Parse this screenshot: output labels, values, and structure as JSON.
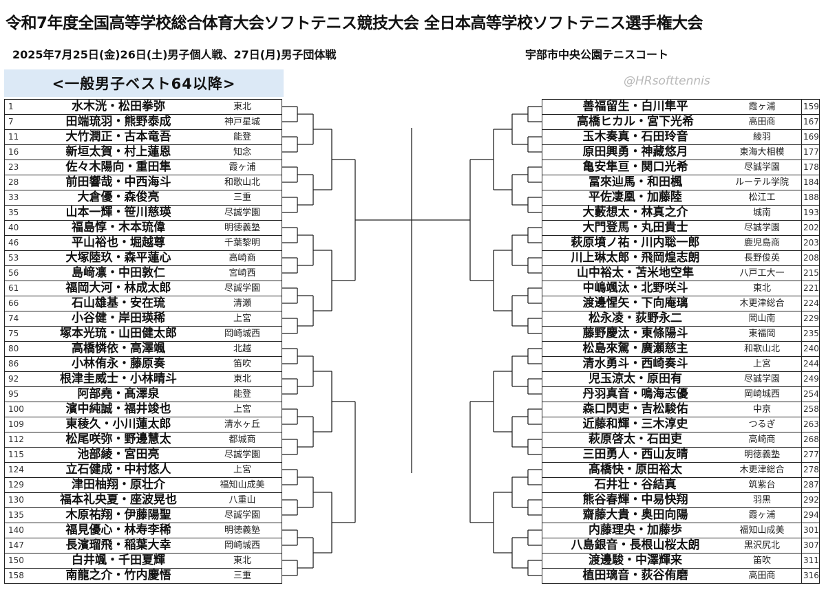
{
  "header": {
    "title": "令和7年度全国高等学校総合体育大会ソフトテニス競技大会 全日本高等学校ソフトテニス選手権大会",
    "schedule": "2025年7月25日(金)26日(土)男子個人戦、27日(月)男子団体戦",
    "venue": "宇部市中央公園テニスコート",
    "section": "<一般男子ベスト64以降>",
    "watermark": "@HRsofttennis"
  },
  "left": [
    {
      "seed": "1",
      "players": "水木洸・松田拳弥",
      "school": "東北"
    },
    {
      "seed": "7",
      "players": "田端琉羽・熊野泰成",
      "school": "神戸星城"
    },
    {
      "seed": "11",
      "players": "大竹潤正・古本竜吾",
      "school": "能登"
    },
    {
      "seed": "16",
      "players": "新垣太賀・村上蓮恩",
      "school": "知念"
    },
    {
      "seed": "23",
      "players": "佐々木陽向・重田隼",
      "school": "霞ヶ浦"
    },
    {
      "seed": "28",
      "players": "前田響哉・中西海斗",
      "school": "和歌山北"
    },
    {
      "seed": "33",
      "players": "大倉優・森俊亮",
      "school": "三重"
    },
    {
      "seed": "35",
      "players": "山本一輝・笹川慈瑛",
      "school": "尽誠学園"
    },
    {
      "seed": "40",
      "players": "福島惇・木本琉偉",
      "school": "明徳義塾"
    },
    {
      "seed": "46",
      "players": "平山裕也・堀越尊",
      "school": "千葉黎明"
    },
    {
      "seed": "53",
      "players": "大塚陸玖・森平蓮心",
      "school": "高崎商"
    },
    {
      "seed": "56",
      "players": "島﨑凛・中田敦仁",
      "school": "宮崎西"
    },
    {
      "seed": "61",
      "players": "福岡大河・林成太郎",
      "school": "尽誠学園"
    },
    {
      "seed": "66",
      "players": "石山雄基・安在琉",
      "school": "清瀬"
    },
    {
      "seed": "74",
      "players": "小谷健・岸田瑛稀",
      "school": "上宮"
    },
    {
      "seed": "75",
      "players": "塚本光琉・山田健太郎",
      "school": "岡崎城西"
    },
    {
      "seed": "80",
      "players": "高橋憐依・高澤颯",
      "school": "北越"
    },
    {
      "seed": "86",
      "players": "小林侑永・藤原奏",
      "school": "笛吹"
    },
    {
      "seed": "92",
      "players": "根津圭威士・小林晴斗",
      "school": "東北"
    },
    {
      "seed": "95",
      "players": "阿部堯・髙澤泉",
      "school": "能登"
    },
    {
      "seed": "100",
      "players": "濱中純誠・福井竣也",
      "school": "上宮"
    },
    {
      "seed": "109",
      "players": "東稜久・小川蓮太郎",
      "school": "清水ヶ丘"
    },
    {
      "seed": "112",
      "players": "松尾咲弥・野邊慧太",
      "school": "都城商"
    },
    {
      "seed": "115",
      "players": "池部綾・宮田亮",
      "school": "尽誠学園"
    },
    {
      "seed": "124",
      "players": "立石健成・中村悠人",
      "school": "上宮"
    },
    {
      "seed": "129",
      "players": "津田柚翔・原壮介",
      "school": "福知山成美"
    },
    {
      "seed": "130",
      "players": "福本礼央夏・座波晃也",
      "school": "八重山"
    },
    {
      "seed": "135",
      "players": "木原祐翔・伊藤陽聖",
      "school": "尽誠学園"
    },
    {
      "seed": "140",
      "players": "福見優心・林寿李稀",
      "school": "明徳義塾"
    },
    {
      "seed": "147",
      "players": "長濱瑠飛・稲葉大幸",
      "school": "岡崎城西"
    },
    {
      "seed": "150",
      "players": "白井颯・千田夏輝",
      "school": "東北"
    },
    {
      "seed": "158",
      "players": "南龍之介・竹内慶悟",
      "school": "三重"
    }
  ],
  "right": [
    {
      "seed": "159",
      "players": "善福留生・白川隼平",
      "school": "霞ヶ浦"
    },
    {
      "seed": "167",
      "players": "高橋ヒカル・宮下光希",
      "school": "高田商"
    },
    {
      "seed": "169",
      "players": "玉木奏真・石田玲音",
      "school": "綾羽"
    },
    {
      "seed": "177",
      "players": "原田興勇・神藏悠月",
      "school": "東海大相模"
    },
    {
      "seed": "178",
      "players": "亀安隼亘・関口光希",
      "school": "尽誠学園"
    },
    {
      "seed": "184",
      "players": "冨來辿馬・和田楓",
      "school": "ルーテル学院"
    },
    {
      "seed": "188",
      "players": "平佐凄凰・加藤陸",
      "school": "松江工"
    },
    {
      "seed": "193",
      "players": "大藪想太・林真之介",
      "school": "城南"
    },
    {
      "seed": "202",
      "players": "大門登馬・丸田貴士",
      "school": "尽誠学園"
    },
    {
      "seed": "203",
      "players": "萩原墳ノ祐・川内聡一郎",
      "school": "鹿児島商"
    },
    {
      "seed": "208",
      "players": "川上琳太郎・飛岡煌志朗",
      "school": "長野俊英"
    },
    {
      "seed": "215",
      "players": "山中裕太・苫米地空隼",
      "school": "八戸工大一"
    },
    {
      "seed": "221",
      "players": "中嶋颯汰・北野咲斗",
      "school": "東北"
    },
    {
      "seed": "224",
      "players": "渡邊惺矢・下向庵璃",
      "school": "木更津総合"
    },
    {
      "seed": "229",
      "players": "松永凌・荻野永二",
      "school": "岡山南"
    },
    {
      "seed": "235",
      "players": "藤野慶汰・東條陽斗",
      "school": "東福岡"
    },
    {
      "seed": "240",
      "players": "松島來駕・廣瀬慈主",
      "school": "和歌山北"
    },
    {
      "seed": "244",
      "players": "清水勇斗・西崎奏斗",
      "school": "上宮"
    },
    {
      "seed": "249",
      "players": "児玉涼太・原田有",
      "school": "尽誠学園"
    },
    {
      "seed": "254",
      "players": "丹羽真音・鳴海志優",
      "school": "岡崎城西"
    },
    {
      "seed": "258",
      "players": "森口閃吏・吉松駿佑",
      "school": "中京"
    },
    {
      "seed": "263",
      "players": "近藤和輝・三木淳史",
      "school": "つるぎ"
    },
    {
      "seed": "268",
      "players": "萩原啓太・石田吏",
      "school": "高崎商"
    },
    {
      "seed": "277",
      "players": "三田勇人・西山友晴",
      "school": "明徳義塾"
    },
    {
      "seed": "278",
      "players": "髙橋快・原田裕太",
      "school": "木更津総合"
    },
    {
      "seed": "287",
      "players": "石井壮・谷結真",
      "school": "筑紫台"
    },
    {
      "seed": "292",
      "players": "熊谷春輝・中易快翔",
      "school": "羽黒"
    },
    {
      "seed": "294",
      "players": "齋藤大貴・奥田向陽",
      "school": "霞ヶ浦"
    },
    {
      "seed": "301",
      "players": "内藤理央・加藤歩",
      "school": "福知山成美"
    },
    {
      "seed": "307",
      "players": "八島銀音・長根山桜太朗",
      "school": "黒沢尻北"
    },
    {
      "seed": "311",
      "players": "渡邊駿・中澤輝来",
      "school": "笛吹"
    },
    {
      "seed": "316",
      "players": "植田璃音・荻谷侑磨",
      "school": "高田商"
    }
  ]
}
